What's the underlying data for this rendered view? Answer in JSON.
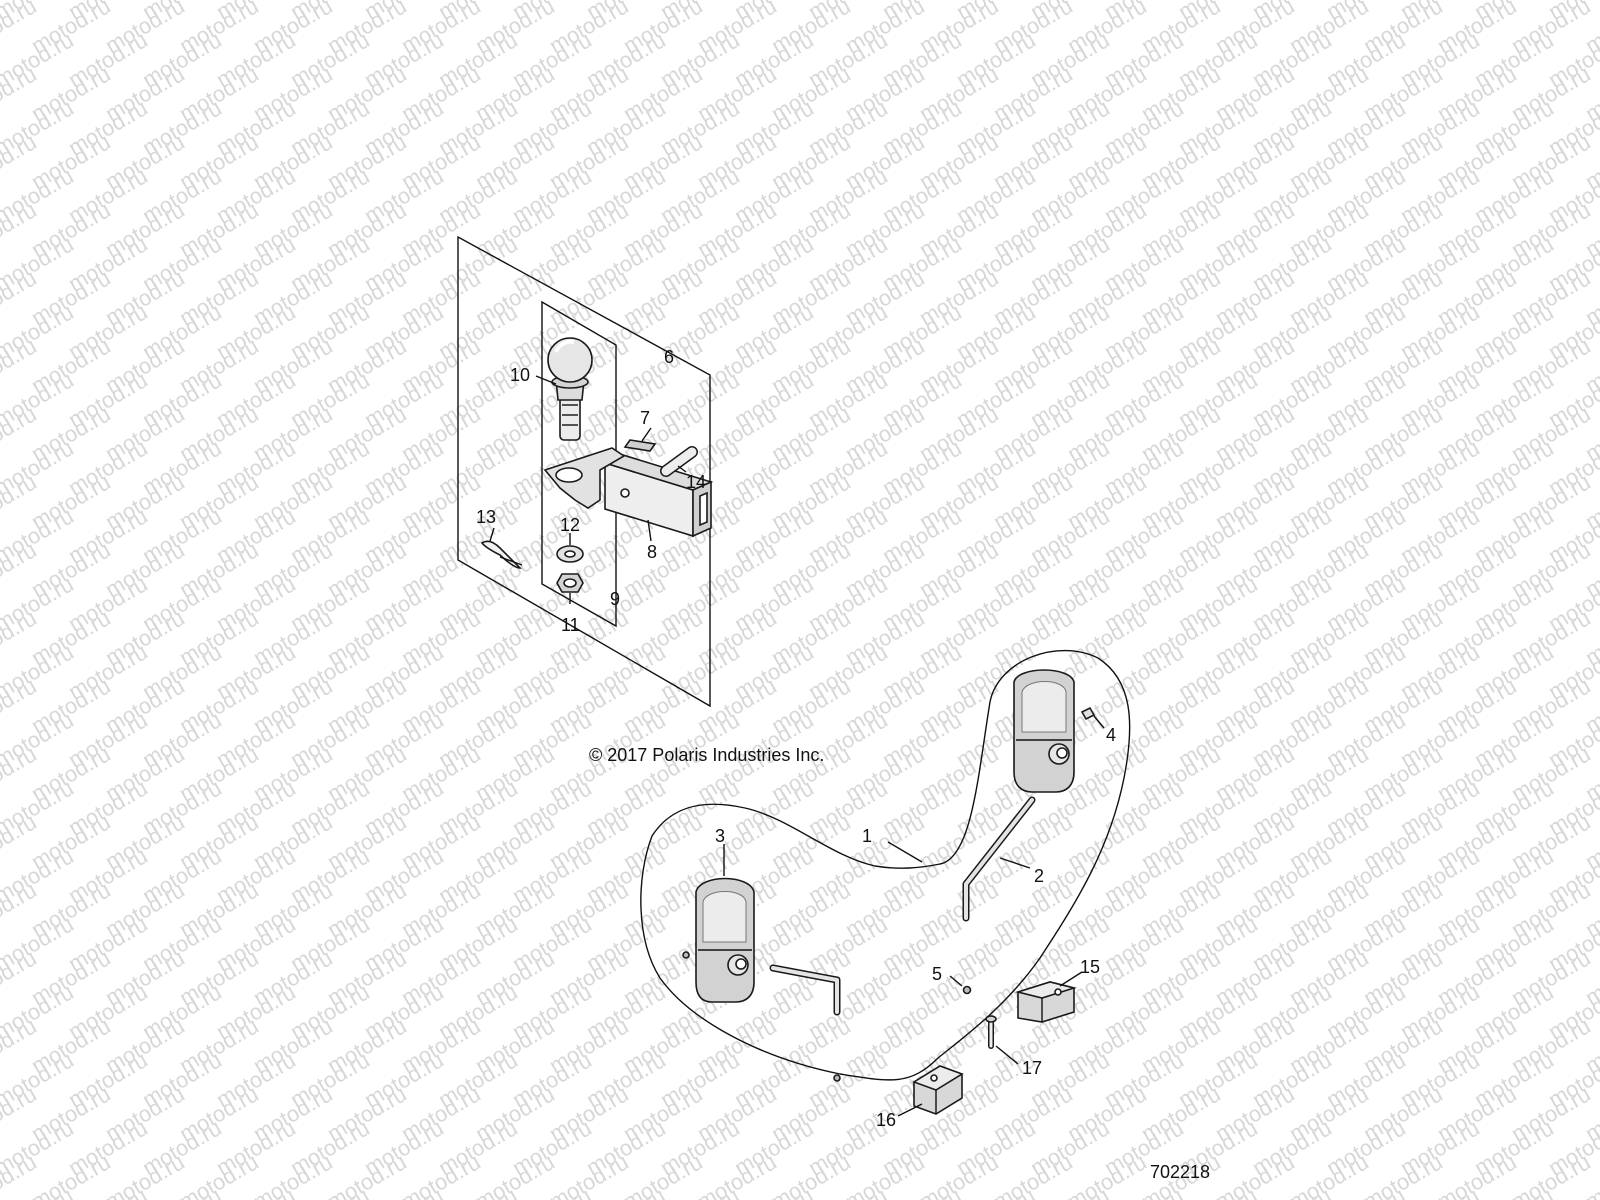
{
  "watermark": "motod.ru",
  "copyright": "© 2017 Polaris Industries Inc.",
  "figure_number": "702218",
  "callouts": [
    "1",
    "2",
    "3",
    "4",
    "5",
    "6",
    "7",
    "8",
    "9",
    "10",
    "11",
    "12",
    "13",
    "14",
    "15",
    "16",
    "17"
  ]
}
